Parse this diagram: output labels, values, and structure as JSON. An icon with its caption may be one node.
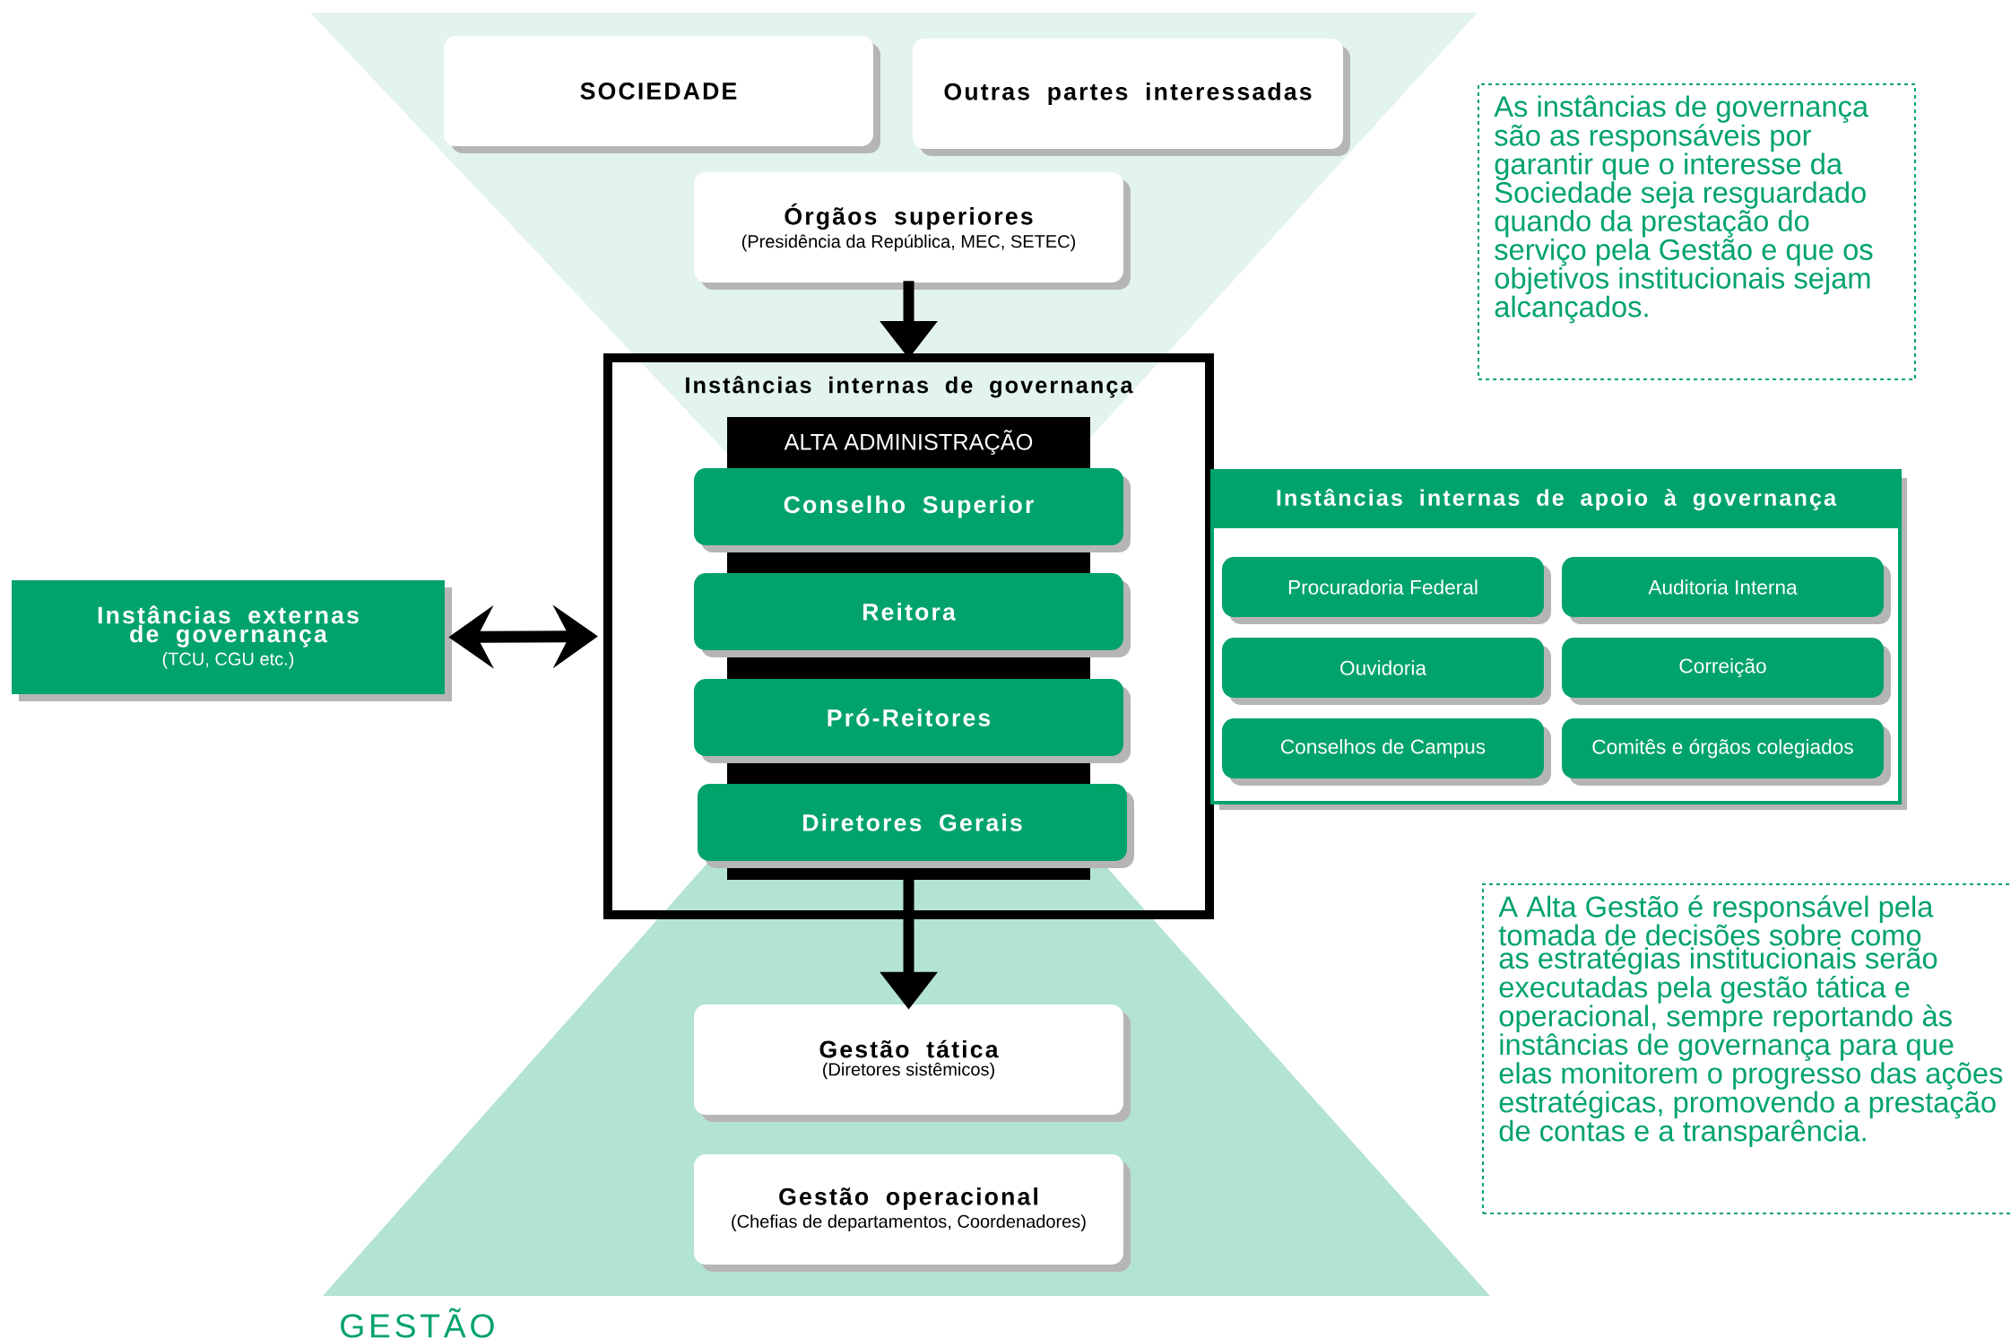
{
  "diagram": {
    "nodes": [
      {
        "text": [
          "SOCIEDADE"
        ]
      },
      {
        "text": [
          "Outras partes interessadas"
        ]
      },
      {
        "text": [
          "Órgãos superiores",
          "(Presidência da República, MEC, SETEC)"
        ]
      },
      {
        "text": [
          "Instâncias internas de governança"
        ]
      },
      {
        "text": [
          "ALTA ADMINISTRAÇÃO"
        ],
        "in": 3
      },
      {
        "text": [
          "Conselho Superior"
        ],
        "in": 3
      },
      {
        "text": [
          "Reitora"
        ],
        "in": 3
      },
      {
        "text": [
          "Pró-Reitores"
        ],
        "in": 3
      },
      {
        "text": [
          "Diretores Gerais"
        ],
        "in": 3
      },
      {
        "text": [
          "Instâncias externas de governança",
          "(TCU, CGU etc.)"
        ]
      },
      {
        "text": [
          "Instâncias internas de apoio à governança"
        ]
      },
      {
        "text": [
          "Procuradoria Federal"
        ],
        "in": 10
      },
      {
        "text": [
          "Auditoria Interna"
        ],
        "in": 10
      },
      {
        "text": [
          "Ouvidoria"
        ],
        "in": 10
      },
      {
        "text": [
          "Correição"
        ],
        "in": 10
      },
      {
        "text": [
          "Conselhos de Campus"
        ],
        "in": 10
      },
      {
        "text": [
          "Comitês e órgãos colegiados"
        ],
        "in": 10
      },
      {
        "text": [
          "Gestão tática",
          "(Diretores sistêmicos)"
        ]
      },
      {
        "text": [
          "Gestão operacional",
          "(Chefias de departamentos, Coordenadores)"
        ]
      },
      {
        "text": [
          "As instâncias de governança são as responsáveis por garantir que o interesse da Sociedade seja resguardado quando da prestação do serviço pela Gestão e que os objetivos institucionais sejam alcançados."
        ]
      },
      {
        "text": [
          "A Alta Gestão é responsável pela tomada de decisões sobre como as estratégias institucionais serão executadas pela gestão tática e operacional, sempre reportando às instâncias de governança para que elas monitorem o progresso das ações estratégicas, promovendo a prestação de contas e a transparência."
        ]
      }
    ],
    "edges": [
      {
        "from": 2,
        "to": 3,
        "arrow": "to"
      },
      {
        "from": 9,
        "to": 3,
        "arrow": "both"
      },
      {
        "from": 4,
        "to": 17,
        "arrow": "to"
      }
    ],
    "labels": [
      "GESTÃO"
    ]
  }
}
